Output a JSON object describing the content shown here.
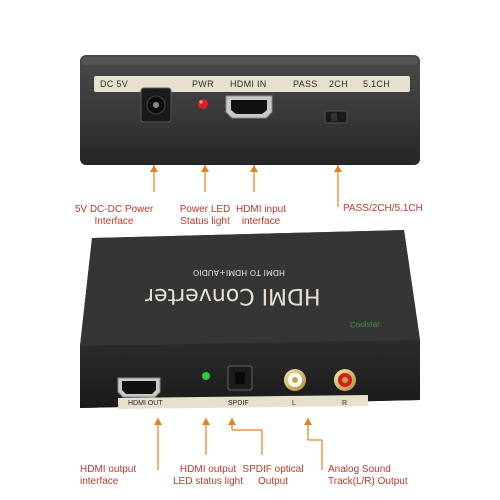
{
  "top_panel": {
    "labels": {
      "dc": "DC 5V",
      "pwr": "PWR",
      "hdmi_in": "HDMI IN",
      "pass": "PASS",
      "ch2": "2CH",
      "ch51": "5.1CH"
    }
  },
  "bottom_panel": {
    "labels": {
      "hdmi_out": "HDMI OUT",
      "spdif": "SPDIF",
      "left": "L",
      "right": "R"
    },
    "case_title": "HDMI Converter",
    "case_subtitle": "HDMI TO HDMI+AUDIO",
    "brand": "Coolstar"
  },
  "callouts": {
    "power_interface": "5V DC-DC Power\nInterface",
    "power_led": "Power LED\nStatus light",
    "hdmi_input": "HDMI input\ninterface",
    "pass_switch": "PASS/2CH/5.1CH",
    "hdmi_output": "HDMI output\ninterface",
    "hdmi_output_led": "HDMI output\nLED status light",
    "spdif_output": "SPDIF optical\nOutput",
    "analog_output": "Analog Sound\nTrack(L/R) Output"
  },
  "colors": {
    "callout_text": "#c0392b",
    "callout_line": "#e67e22",
    "led_red": "#e02020",
    "led_green": "#2ecc40",
    "panel_cream": "#e6e0cc"
  }
}
